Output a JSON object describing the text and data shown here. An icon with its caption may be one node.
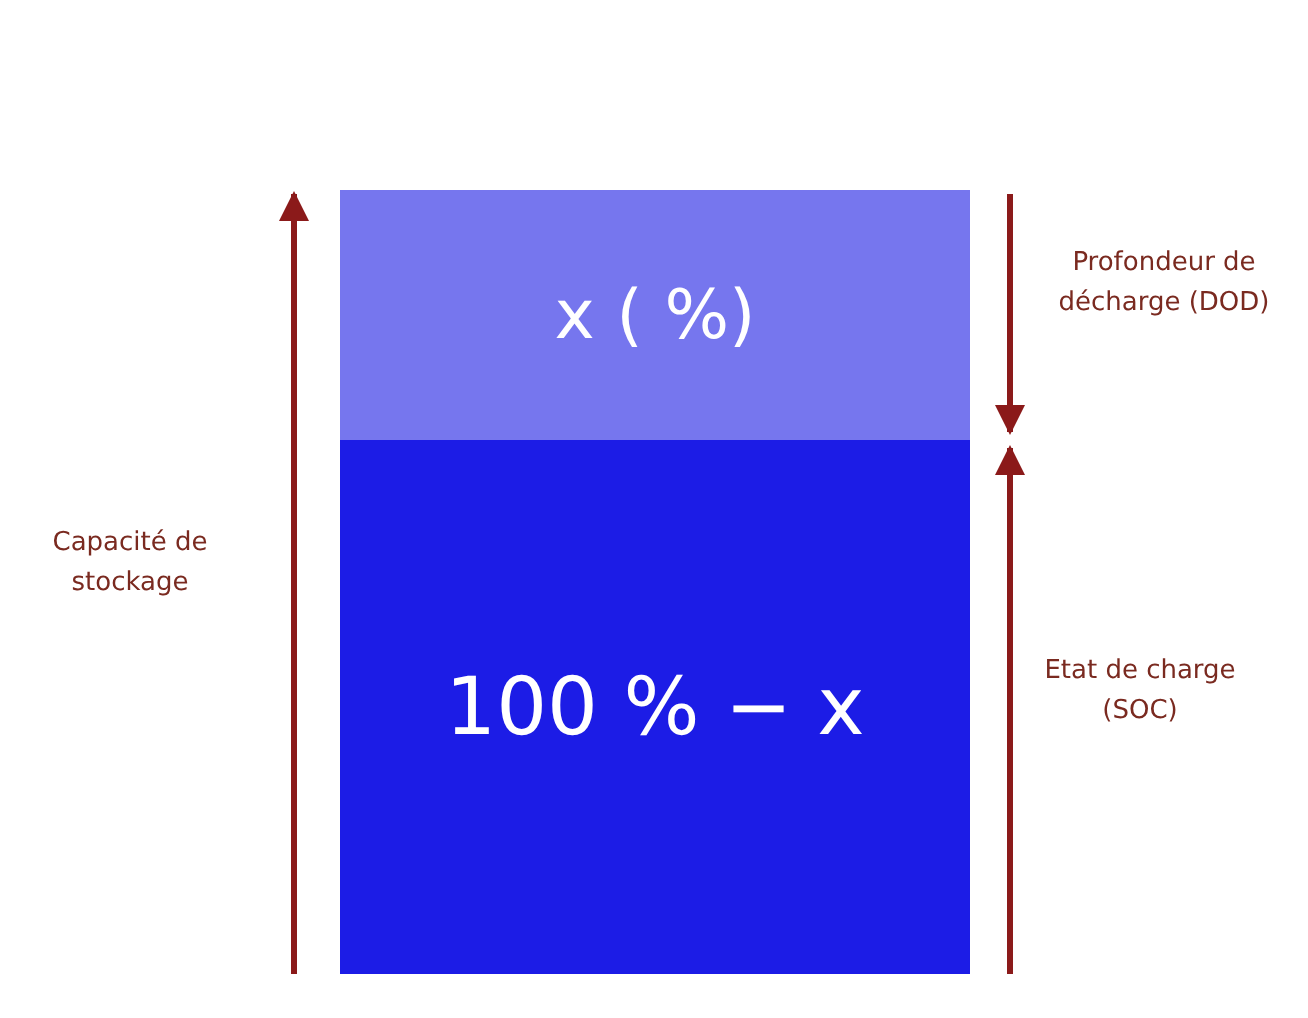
{
  "diagram": {
    "nodes": [
      {
        "text": [
          "x ( %)"
        ]
      },
      {
        "text": [
          "100 % − x"
        ]
      }
    ],
    "labels": [
      "Profondeur de décharge (DOD)",
      "Capacité de stockage",
      "Etat de charge (SOC)"
    ]
  }
}
